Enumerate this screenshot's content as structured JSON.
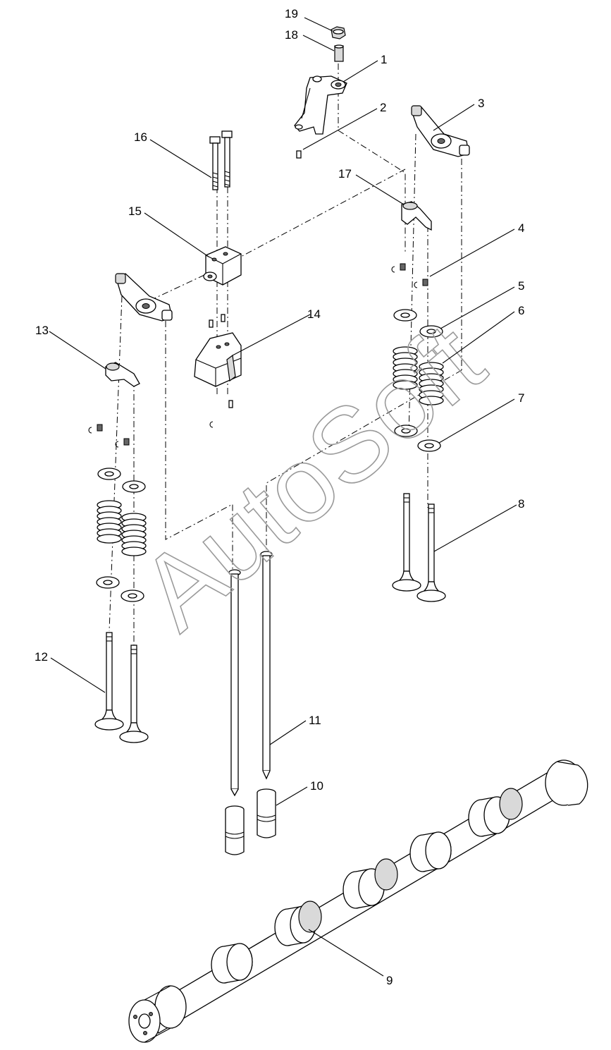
{
  "watermark": "AutoSoft",
  "callouts": [
    {
      "id": "c19",
      "text": "19"
    },
    {
      "id": "c18",
      "text": "18"
    },
    {
      "id": "c1",
      "text": "1"
    },
    {
      "id": "c2",
      "text": "2"
    },
    {
      "id": "c3",
      "text": "3"
    },
    {
      "id": "c16",
      "text": "16"
    },
    {
      "id": "c17",
      "text": "17"
    },
    {
      "id": "c15",
      "text": "15"
    },
    {
      "id": "c4",
      "text": "4"
    },
    {
      "id": "c5",
      "text": "5"
    },
    {
      "id": "c14",
      "text": "14"
    },
    {
      "id": "c6",
      "text": "6"
    },
    {
      "id": "c13",
      "text": "13"
    },
    {
      "id": "c7",
      "text": "7"
    },
    {
      "id": "c8",
      "text": "8"
    },
    {
      "id": "c12",
      "text": "12"
    },
    {
      "id": "c11",
      "text": "11"
    },
    {
      "id": "c10",
      "text": "10"
    },
    {
      "id": "c9",
      "text": "9"
    }
  ]
}
